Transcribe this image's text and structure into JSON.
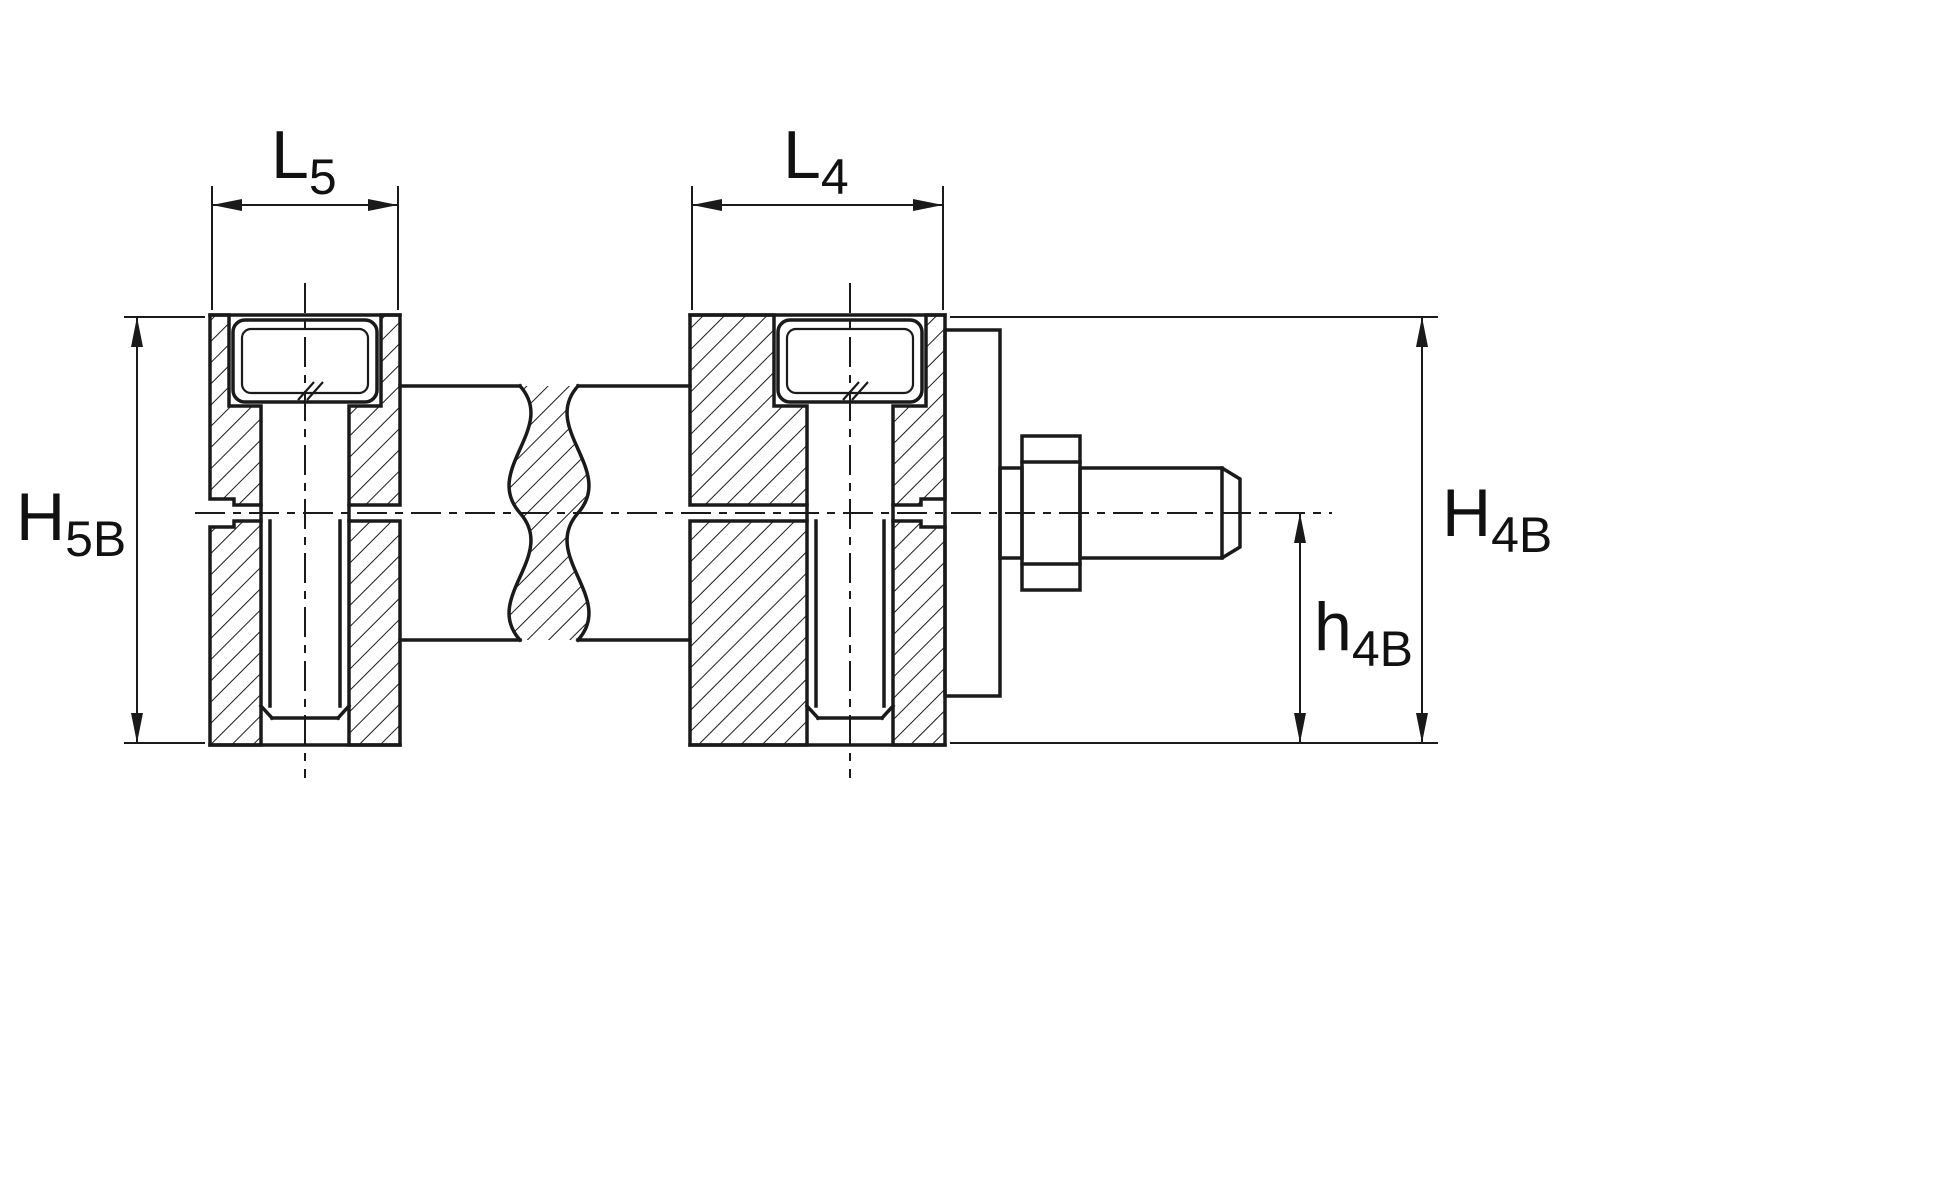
{
  "drawing": {
    "type": "technical-section-drawing",
    "description": "Two clamp blocks with socket-head clamping screws on a shaft with break lines, flange plate, nut and threaded stud"
  },
  "colors": {
    "line": "#1a1a1a",
    "background": "#ffffff"
  },
  "labels": {
    "l5": {
      "main": "L",
      "sub": "5"
    },
    "l4": {
      "main": "L",
      "sub": "4"
    },
    "h5b": {
      "main": "H",
      "sub": "5B"
    },
    "h4b_upper": {
      "main": "H",
      "sub": "4B"
    },
    "h4b_lower": {
      "main": "h",
      "sub": "4B"
    }
  }
}
